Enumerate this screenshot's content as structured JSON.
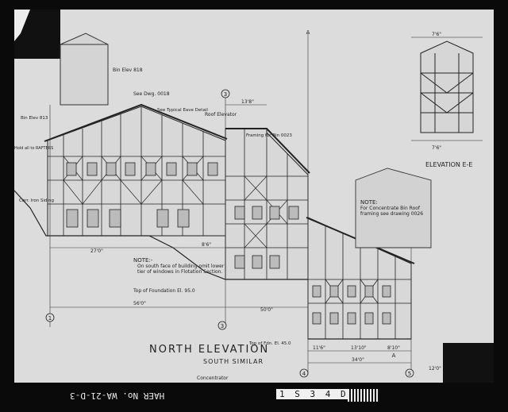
{
  "drawing": {
    "main_title": "NORTH ELEVATION",
    "sub_title": "SOUTH SIMILAR",
    "side_title": "ELEVATION E-E",
    "concentrator_label": "Concentrator",
    "note_left_head": "NOTE:-",
    "note_left_body": "On south face of building omit lower tier of windows in Flotation Section.",
    "note_right_head": "NOTE:",
    "note_right_body": "For Concentrate Bin Roof framing see drawing 0026",
    "foundation_label": "Top of Foundation El. 95.0",
    "foundation_label_right": "Top of Fdn. El. 45.0",
    "labels": {
      "bin_elev": "Bin Elev 818",
      "see_dwg": "See Dwg. 0018",
      "roof_elevator": "Roof Elevator",
      "see_typical_eave": "See Typical Eave Detail",
      "corr_iron_siding": "Corr. Iron Siding",
      "framing_note": "Framing for Bin 0023",
      "hold_all_to_rafters": "Hold all to RAFTERS",
      "bin_elev_813": "Bin Elev 813"
    },
    "dims": {
      "d1": "56'0\"",
      "d2": "13'8\"",
      "d3": "50'0\"",
      "d4": "34'0\"",
      "d5": "12'0\"",
      "d6": "11'6\"",
      "d7": "13'10\"",
      "d8": "8'10\"",
      "d9": "27'0\"",
      "d10": "8'6\"",
      "d11": "7'6\"",
      "d12": "7'6\""
    },
    "grid": [
      "1",
      "3",
      "4",
      "5",
      "A"
    ],
    "stamp": {
      "code": "HAER No. WA-21-D-3",
      "box": "1 S 3 4 D"
    }
  }
}
